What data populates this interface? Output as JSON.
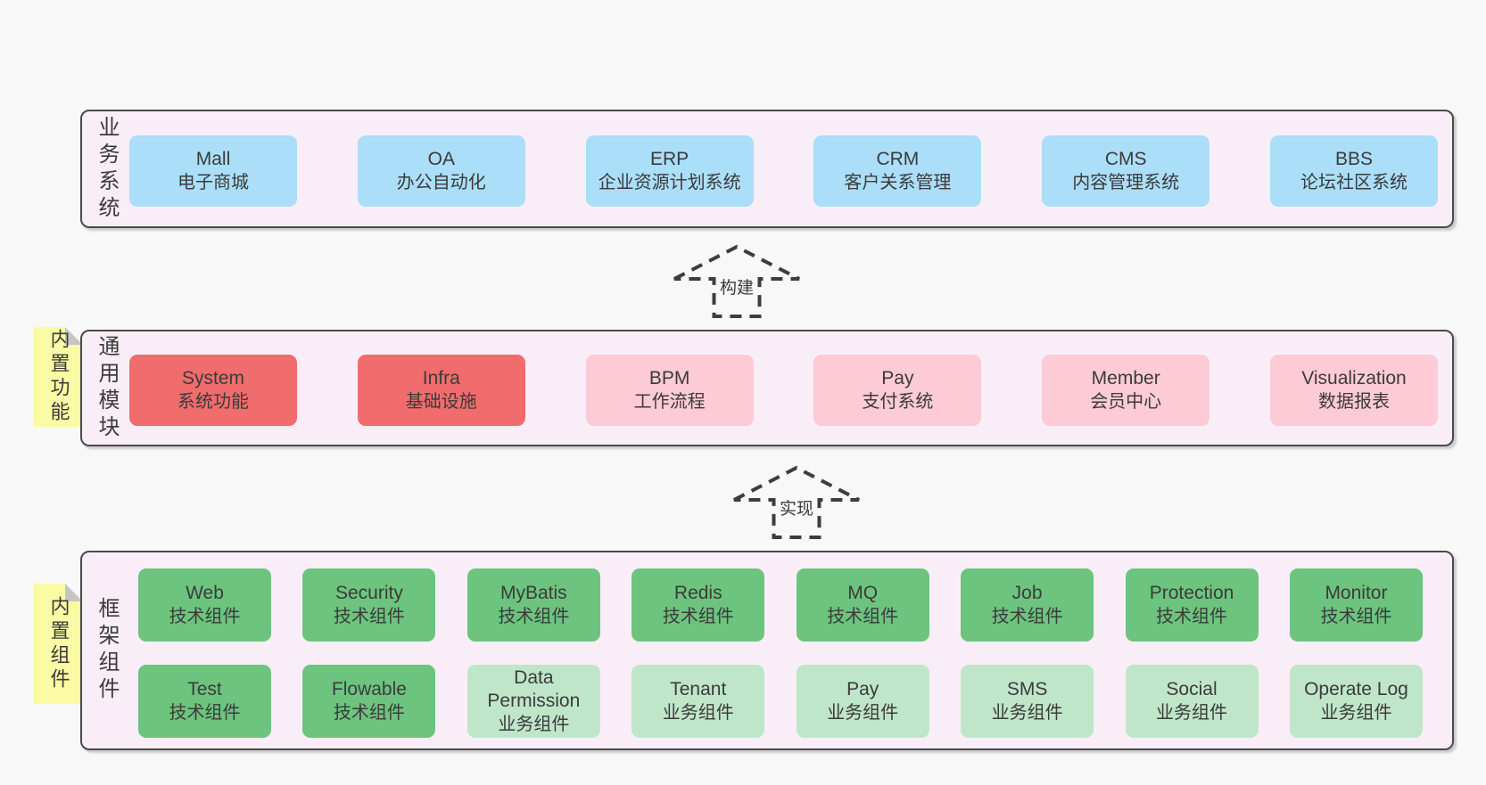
{
  "colors": {
    "blue": "#abdef8",
    "red": "#f16c6c",
    "pink": "#fccbd5",
    "green": "#6cc47e",
    "light_green": "#bfe6c8",
    "yellow_note": "#fafba4",
    "note_fold": "#c5c5c5",
    "panel_bg": "#f9eef7",
    "panel_border": "#4a4a4a",
    "text": "#3b3b3b",
    "arrow": "#3d3d3d",
    "page_bg": "#f8f8f8"
  },
  "sections": [
    {
      "label": "业务系统",
      "note": null,
      "rows": [
        [
          {
            "name": "Mall",
            "subtitle": "电子商城",
            "color": "blue"
          },
          {
            "name": "OA",
            "subtitle": "办公自动化",
            "color": "blue"
          },
          {
            "name": "ERP",
            "subtitle": "企业资源计划系统",
            "color": "blue"
          },
          {
            "name": "CRM",
            "subtitle": "客户关系管理",
            "color": "blue"
          },
          {
            "name": "CMS",
            "subtitle": "内容管理系统",
            "color": "blue"
          },
          {
            "name": "BBS",
            "subtitle": "论坛社区系统",
            "color": "blue"
          }
        ]
      ]
    },
    {
      "label": "通用模块",
      "note": "内置功能",
      "rows": [
        [
          {
            "name": "System",
            "subtitle": "系统功能",
            "color": "red"
          },
          {
            "name": "Infra",
            "subtitle": "基础设施",
            "color": "red"
          },
          {
            "name": "BPM",
            "subtitle": "工作流程",
            "color": "pink"
          },
          {
            "name": "Pay",
            "subtitle": "支付系统",
            "color": "pink"
          },
          {
            "name": "Member",
            "subtitle": "会员中心",
            "color": "pink"
          },
          {
            "name": "Visualization",
            "subtitle": "数据报表",
            "color": "pink"
          }
        ]
      ]
    },
    {
      "label": "框架组件",
      "note": "内置组件",
      "rows": [
        [
          {
            "name": "Web",
            "subtitle": "技术组件",
            "color": "green"
          },
          {
            "name": "Security",
            "subtitle": "技术组件",
            "color": "green"
          },
          {
            "name": "MyBatis",
            "subtitle": "技术组件",
            "color": "green"
          },
          {
            "name": "Redis",
            "subtitle": "技术组件",
            "color": "green"
          },
          {
            "name": "MQ",
            "subtitle": "技术组件",
            "color": "green"
          },
          {
            "name": "Job",
            "subtitle": "技术组件",
            "color": "green"
          },
          {
            "name": "Protection",
            "subtitle": "技术组件",
            "color": "green"
          },
          {
            "name": "Monitor",
            "subtitle": "技术组件",
            "color": "green"
          }
        ],
        [
          {
            "name": "Test",
            "subtitle": "技术组件",
            "color": "green"
          },
          {
            "name": "Flowable",
            "subtitle": "技术组件",
            "color": "green"
          },
          {
            "name": "Data Permission",
            "subtitle": "业务组件",
            "color": "light_green"
          },
          {
            "name": "Tenant",
            "subtitle": "业务组件",
            "color": "light_green"
          },
          {
            "name": "Pay",
            "subtitle": "业务组件",
            "color": "light_green"
          },
          {
            "name": "SMS",
            "subtitle": "业务组件",
            "color": "light_green"
          },
          {
            "name": "Social",
            "subtitle": "业务组件",
            "color": "light_green"
          },
          {
            "name": "Operate Log",
            "subtitle": "业务组件",
            "color": "light_green"
          }
        ]
      ]
    }
  ],
  "arrows": [
    {
      "label": "构建"
    },
    {
      "label": "实现"
    }
  ]
}
